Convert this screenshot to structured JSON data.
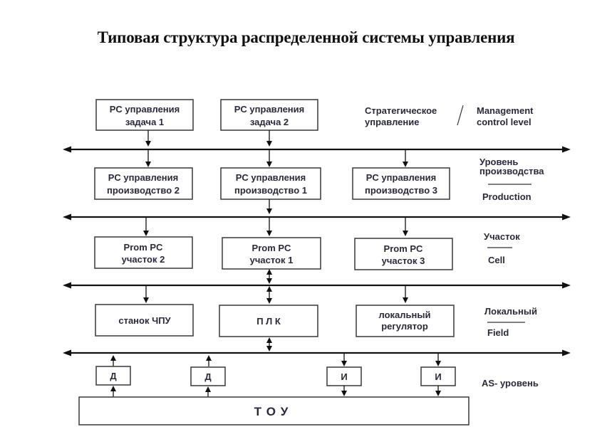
{
  "title": "Типовая структура распределенной системы управления",
  "levels": {
    "management": {
      "ru_line1": "Стратегическое",
      "ru_line2": "управление",
      "separator": "/",
      "en_line1": "Management",
      "en_line2": "control level"
    },
    "production": {
      "ru_line1": "Уровень",
      "ru_line2": "производства",
      "en": "Production"
    },
    "cell": {
      "ru": "Участок",
      "en": "Cell"
    },
    "field": {
      "ru": "Локальный",
      "en": "Field"
    },
    "as": {
      "label": "AS- уровень"
    }
  },
  "boxes": {
    "task1": {
      "line1": "PC управления",
      "line2": "задача 1"
    },
    "task2": {
      "line1": "PC управления",
      "line2": "задача 2"
    },
    "prod2": {
      "line1": "PC управления",
      "line2": "производство 2"
    },
    "prod1": {
      "line1": "PC управления",
      "line2": "производство 1"
    },
    "prod3": {
      "line1": "PC управления",
      "line2": "производство 3"
    },
    "cell2": {
      "line1": "Prom PC",
      "line2": "участок 2"
    },
    "cell1": {
      "line1": "Prom PC",
      "line2": "участок 1"
    },
    "cell3": {
      "line1": "Prom PC",
      "line2": "участок 3"
    },
    "cnc": {
      "line1": "станок ЧПУ"
    },
    "plc": {
      "line1": "П Л К"
    },
    "regulator": {
      "line1": "локальный",
      "line2": "регулятор"
    },
    "sensor1": {
      "line1": "Д"
    },
    "sensor2": {
      "line1": "Д"
    },
    "actuator1": {
      "line1": "И"
    },
    "actuator2": {
      "line1": "И"
    },
    "tou": {
      "line1": "Т О У"
    }
  }
}
